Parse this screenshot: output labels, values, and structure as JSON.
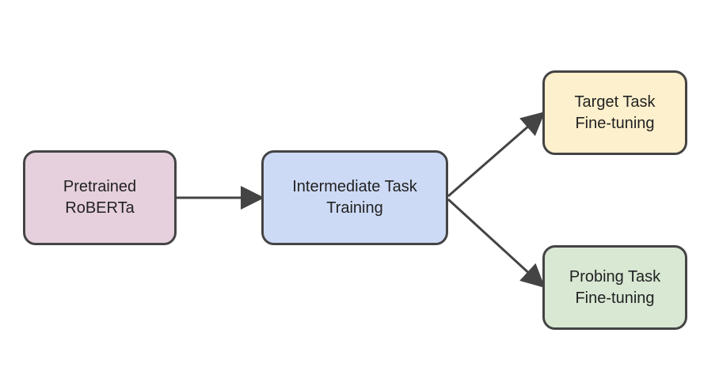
{
  "colors": {
    "border": "#444444",
    "text": "#222222",
    "arrow": "#444444"
  },
  "nodes": {
    "pretrained": {
      "lines": [
        "Pretrained",
        "RoBERTa"
      ],
      "fill": "#e6d0dd"
    },
    "intermediate": {
      "lines": [
        "Intermediate Task",
        "Training"
      ],
      "fill": "#cddaf5"
    },
    "target": {
      "lines": [
        "Target Task",
        "Fine-tuning"
      ],
      "fill": "#fdf0cc"
    },
    "probing": {
      "lines": [
        "Probing Task",
        "Fine-tuning"
      ],
      "fill": "#d8e8d3"
    }
  },
  "edges": [
    {
      "from": "pretrained",
      "to": "intermediate"
    },
    {
      "from": "intermediate",
      "to": "target"
    },
    {
      "from": "intermediate",
      "to": "probing"
    }
  ]
}
